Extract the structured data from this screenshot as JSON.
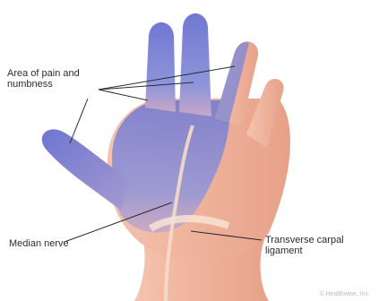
{
  "labels": {
    "numbness_line1": "Area of pain and",
    "numbness_line2": "numbness",
    "median_nerve": "Median nerve",
    "ligament_line1": "Transverse carpal",
    "ligament_line2": "ligament"
  },
  "copyright": "© Healthwise, Inc.",
  "colors": {
    "numb_area": "#7f86d6",
    "skin": "#f2b7a0",
    "skin_shadow": "#e59a7e",
    "nerve": "#f6dcc8",
    "leader_line": "#2b2b2b"
  }
}
